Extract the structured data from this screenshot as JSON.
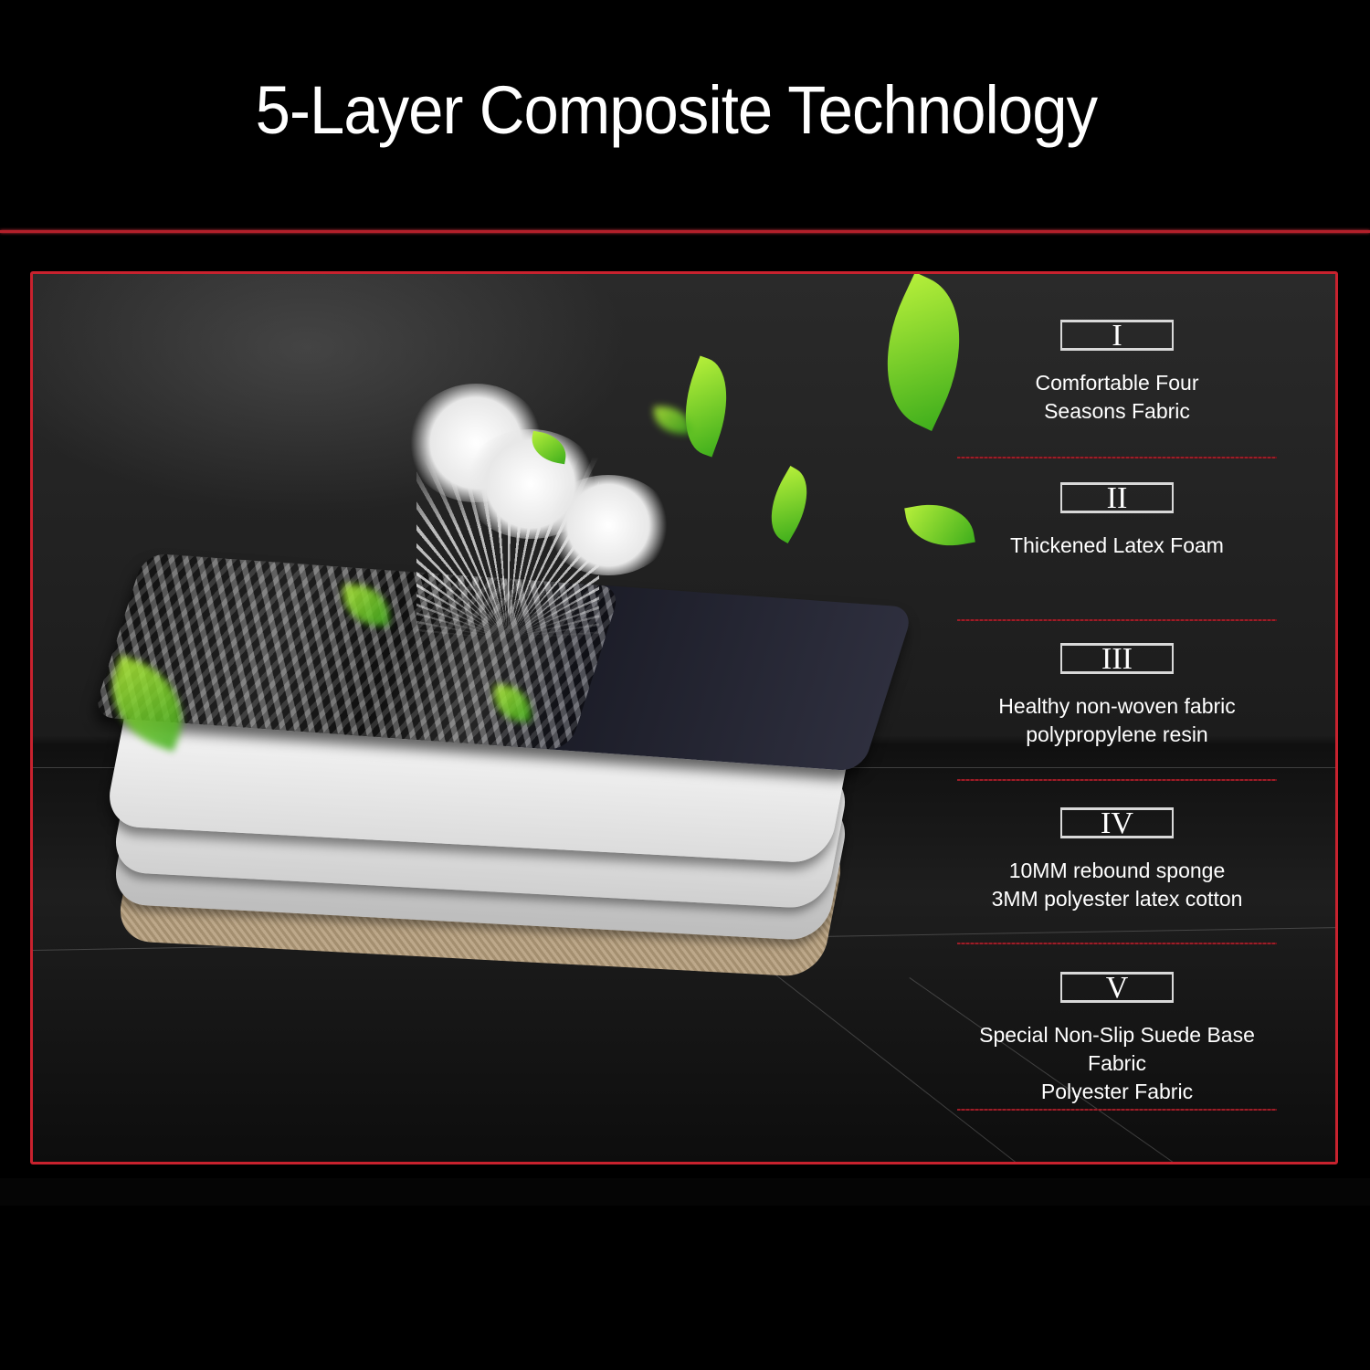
{
  "header": {
    "title": "5-Layer Composite Technology",
    "accent_color": "#c8222e"
  },
  "illustration": {
    "description": "Exploded view of five stacked mat layers with cotton puff and floating green leaves",
    "layers_depicted": [
      "black woven top fabric",
      "white latex foam",
      "white non-woven fabric",
      "light grey sponge",
      "beige suede base"
    ]
  },
  "layers": [
    {
      "numeral": "I",
      "description": "Comfortable Four\nSeasons Fabric"
    },
    {
      "numeral": "II",
      "description": "Thickened Latex Foam"
    },
    {
      "numeral": "III",
      "description": "Healthy non-woven fabric\npolypropylene resin"
    },
    {
      "numeral": "IV",
      "description": "10MM rebound sponge\n3MM polyester latex cotton"
    },
    {
      "numeral": "V",
      "description": "Special Non-Slip Suede Base Fabric\nPolyester Fabric"
    }
  ]
}
